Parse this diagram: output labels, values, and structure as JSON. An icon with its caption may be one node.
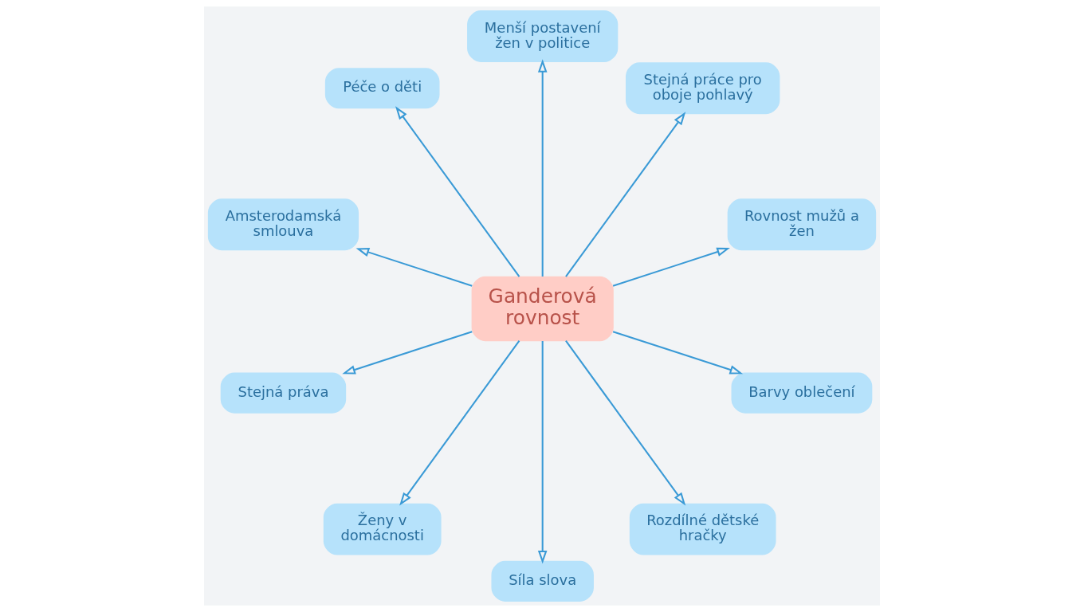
{
  "diagram": {
    "nodes": [
      {
        "text": [
          "Ganderová rovnost"
        ]
      },
      {
        "text": [
          "Rovnost mužů a žen"
        ]
      },
      {
        "text": [
          "Stejná práce pro oboje pohlavý"
        ]
      },
      {
        "text": [
          "Menší postavení žen v politice"
        ]
      },
      {
        "text": [
          "Péče o děti"
        ]
      },
      {
        "text": [
          "Amsterodamská smlouva"
        ]
      },
      {
        "text": [
          "Stejná práva"
        ]
      },
      {
        "text": [
          "Ženy v domácnosti"
        ]
      },
      {
        "text": [
          "Síla slova"
        ]
      },
      {
        "text": [
          "Rozdílné dětské hračky"
        ]
      },
      {
        "text": [
          "Barvy oblečení"
        ]
      }
    ],
    "edges": [
      {
        "from": 0,
        "to": 1,
        "arrow": "to"
      },
      {
        "from": 0,
        "to": 2,
        "arrow": "to"
      },
      {
        "from": 0,
        "to": 3,
        "arrow": "to"
      },
      {
        "from": 0,
        "to": 4,
        "arrow": "to"
      },
      {
        "from": 0,
        "to": 5,
        "arrow": "to"
      },
      {
        "from": 0,
        "to": 6,
        "arrow": "to"
      },
      {
        "from": 0,
        "to": 7,
        "arrow": "to"
      },
      {
        "from": 0,
        "to": 8,
        "arrow": "to"
      },
      {
        "from": 0,
        "to": 9,
        "arrow": "to"
      },
      {
        "from": 0,
        "to": 10,
        "arrow": "to"
      }
    ]
  }
}
